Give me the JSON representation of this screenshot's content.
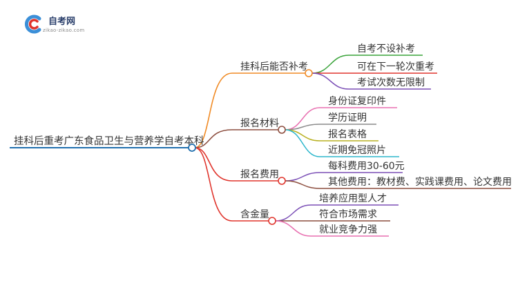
{
  "logo": {
    "title": "自考网",
    "url": "zikao-zikao.com"
  },
  "colors": {
    "root_line": "#1f6fae"
  },
  "root": {
    "label": "挂科后重考广东食品卫生与营养学自考本科"
  },
  "branches": [
    {
      "label": "挂科后能否补考",
      "color": "#f08a24",
      "leaves": [
        {
          "label": "自考不设补考",
          "color": "#3aa33a"
        },
        {
          "label": "可在下一轮次重考",
          "color": "#e0342c"
        },
        {
          "label": "考试次数无限制",
          "color": "#7b4fb6"
        }
      ]
    },
    {
      "label": "报名材料",
      "color": "#8c4d3e",
      "leaves": [
        {
          "label": "身份证复印件",
          "color": "#e86fb0"
        },
        {
          "label": "学历证明",
          "color": "#8a8a8a"
        },
        {
          "label": "报名表格",
          "color": "#b8b020"
        },
        {
          "label": "近期免冠照片",
          "color": "#2bb6cc"
        }
      ]
    },
    {
      "label": "报名费用",
      "color": "#e0342c",
      "leaves": [
        {
          "label": "每科费用30-60元",
          "color": "#7b4fb6"
        },
        {
          "label": "其他费用：教材费、实践课费用、论文费用",
          "color": "#8c4d3e"
        }
      ]
    },
    {
      "label": "含金量",
      "color": "#e0342c",
      "leaves": [
        {
          "label": "培养应用型人才",
          "color": "#7b4fb6"
        },
        {
          "label": "符合市场需求",
          "color": "#8c4d3e"
        },
        {
          "label": "就业竞争力强",
          "color": "#e86fb0"
        }
      ]
    }
  ]
}
